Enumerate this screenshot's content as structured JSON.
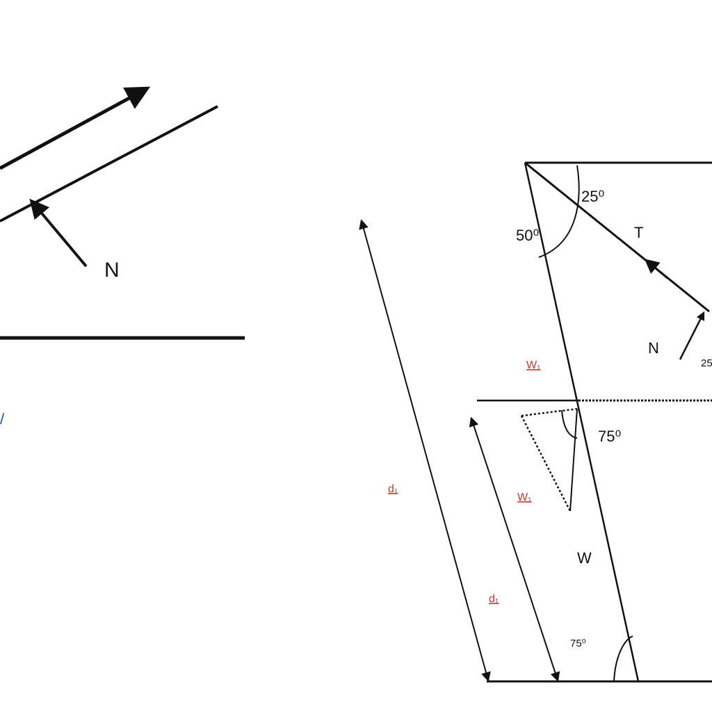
{
  "labels": {
    "left_normal": "N",
    "left_fragment": "/",
    "tension": "T",
    "right_normal": "N",
    "right_normal_angle_cut": "25",
    "angle_top_25": "25⁰",
    "angle_top_50": "50⁰",
    "angle_mid_75": "75⁰",
    "angle_bottom_75": "75⁰",
    "weight": "W",
    "weight_comp_upper": "W₁",
    "weight_comp_lower": "W₁",
    "dim_outer": "d₁",
    "dim_inner": "d₁"
  },
  "colors": {
    "line": "#111111",
    "red_label": "#c0392b",
    "blue_label": "#2255aa"
  }
}
